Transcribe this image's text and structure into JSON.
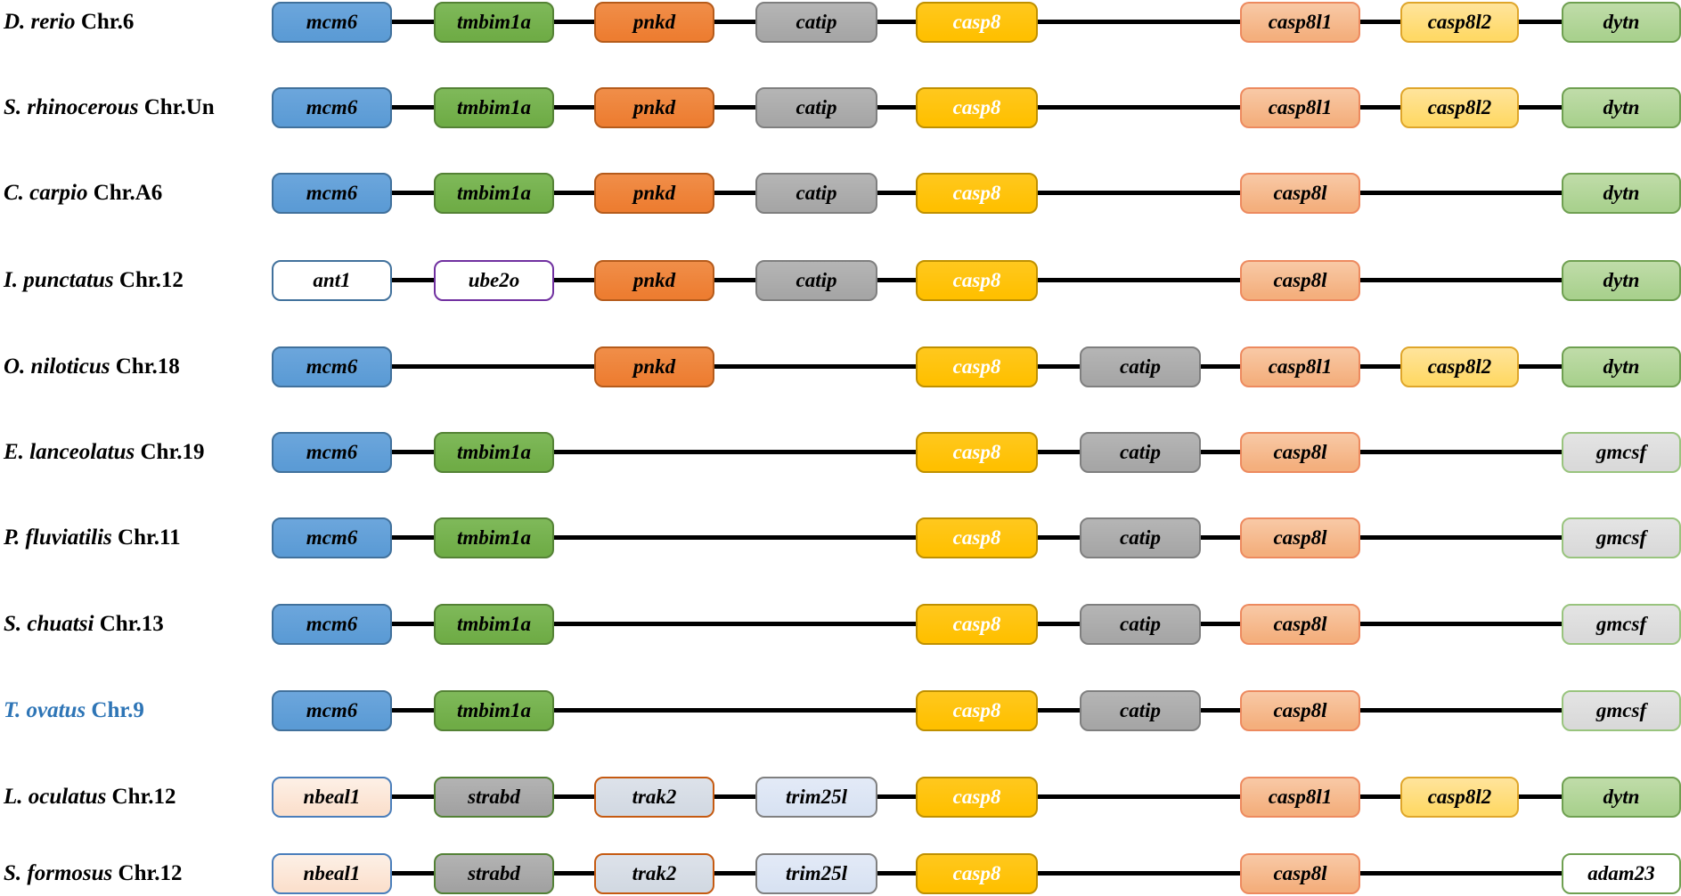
{
  "figure": {
    "type": "gene-synteny-diagram",
    "background": "#FFFFFF",
    "line_color": "#000000",
    "highlight_label_color": "#2E75B6"
  },
  "gene_styles": {
    "mcm6": {
      "fill_top": "#6CA6DC",
      "fill_bottom": "#5B9BD5",
      "border": "#41719C",
      "text": "#000000"
    },
    "tmbim1a": {
      "fill_top": "#7FB95A",
      "fill_bottom": "#6FAC46",
      "border": "#548235",
      "text": "#000000"
    },
    "pnkd": {
      "fill_top": "#F08E49",
      "fill_bottom": "#ED7D31",
      "border": "#B55B1B",
      "text": "#000000"
    },
    "catip": {
      "fill_top": "#B5B5B5",
      "fill_bottom": "#A6A6A6",
      "border": "#7F7F7F",
      "text": "#000000"
    },
    "casp8": {
      "fill_top": "#FFC81E",
      "fill_bottom": "#FFC000",
      "border": "#BF9000",
      "text": "#FFFFFF"
    },
    "casp8l1": {
      "fill_top": "#F8C9A6",
      "fill_bottom": "#F4AF7D",
      "border": "#ED8A5F",
      "text": "#000000"
    },
    "casp8l": {
      "fill_top": "#F8C9A6",
      "fill_bottom": "#F4AF7D",
      "border": "#ED8A5F",
      "text": "#000000"
    },
    "casp8l2": {
      "fill_top": "#FFE49C",
      "fill_bottom": "#FFD966",
      "border": "#DFA62B",
      "text": "#000000"
    },
    "dytn": {
      "fill_top": "#C0DCA9",
      "fill_bottom": "#A9D18E",
      "border": "#6FA051",
      "text": "#000000"
    },
    "gmcsf": {
      "fill_top": "#E4E4E4",
      "fill_bottom": "#D9D9D9",
      "border": "#99C47E",
      "text": "#000000"
    },
    "ant1": {
      "fill_top": "#FFFFFF",
      "fill_bottom": "#FFFFFF",
      "border": "#41719C",
      "text": "#000000"
    },
    "ube2o": {
      "fill_top": "#FFFFFF",
      "fill_bottom": "#FFFFFF",
      "border": "#7030A0",
      "text": "#000000"
    },
    "nbeal1": {
      "fill_top": "#FDF0E6",
      "fill_bottom": "#FBE0CD",
      "border": "#4A7EBB",
      "text": "#000000"
    },
    "strabd": {
      "fill_top": "#B3B3B3",
      "fill_bottom": "#A2A2A2",
      "border": "#538135",
      "text": "#000000"
    },
    "trak2": {
      "fill_top": "#DDE2EA",
      "fill_bottom": "#D2D9E2",
      "border": "#C55A11",
      "text": "#000000"
    },
    "trim25l": {
      "fill_top": "#E3EAF7",
      "fill_bottom": "#D8E2F2",
      "border": "#808080",
      "text": "#000000"
    },
    "adam23": {
      "fill_top": "#FFFFFF",
      "fill_bottom": "#FFFFFF",
      "border": "#6FA051",
      "text": "#000000"
    }
  },
  "rows": [
    {
      "species": "D. rerio",
      "chromosome": "Chr.6",
      "label_color": "#000000",
      "genes": [
        {
          "name": "mcm6",
          "col": 1
        },
        {
          "name": "tmbim1a",
          "col": 2
        },
        {
          "name": "pnkd",
          "col": 3
        },
        {
          "name": "catip",
          "col": 4
        },
        {
          "name": "casp8",
          "col": 5
        },
        {
          "name": "casp8l1",
          "col": 7
        },
        {
          "name": "casp8l2",
          "col": 8
        },
        {
          "name": "dytn",
          "col": 9
        }
      ]
    },
    {
      "species": "S. rhinocerous",
      "chromosome": "Chr.Un",
      "label_color": "#000000",
      "genes": [
        {
          "name": "mcm6",
          "col": 1
        },
        {
          "name": "tmbim1a",
          "col": 2
        },
        {
          "name": "pnkd",
          "col": 3
        },
        {
          "name": "catip",
          "col": 4
        },
        {
          "name": "casp8",
          "col": 5
        },
        {
          "name": "casp8l1",
          "col": 7
        },
        {
          "name": "casp8l2",
          "col": 8
        },
        {
          "name": "dytn",
          "col": 9
        }
      ]
    },
    {
      "species": "C. carpio",
      "chromosome": "Chr.A6",
      "label_color": "#000000",
      "genes": [
        {
          "name": "mcm6",
          "col": 1
        },
        {
          "name": "tmbim1a",
          "col": 2
        },
        {
          "name": "pnkd",
          "col": 3
        },
        {
          "name": "catip",
          "col": 4
        },
        {
          "name": "casp8",
          "col": 5
        },
        {
          "name": "casp8l",
          "col": 7
        },
        {
          "name": "dytn",
          "col": 9
        }
      ]
    },
    {
      "species": "I. punctatus",
      "chromosome": "Chr.12",
      "label_color": "#000000",
      "genes": [
        {
          "name": "ant1",
          "col": 1
        },
        {
          "name": "ube2o",
          "col": 2
        },
        {
          "name": "pnkd",
          "col": 3
        },
        {
          "name": "catip",
          "col": 4
        },
        {
          "name": "casp8",
          "col": 5
        },
        {
          "name": "casp8l",
          "col": 7
        },
        {
          "name": "dytn",
          "col": 9
        }
      ]
    },
    {
      "species": "O. niloticus",
      "chromosome": "Chr.18",
      "label_color": "#000000",
      "genes": [
        {
          "name": "mcm6",
          "col": 1
        },
        {
          "name": "pnkd",
          "col": 3
        },
        {
          "name": "casp8",
          "col": 5
        },
        {
          "name": "catip",
          "col": 6
        },
        {
          "name": "casp8l1",
          "col": 7
        },
        {
          "name": "casp8l2",
          "col": 8
        },
        {
          "name": "dytn",
          "col": 9
        }
      ]
    },
    {
      "species": "E. lanceolatus",
      "chromosome": "Chr.19",
      "label_color": "#000000",
      "genes": [
        {
          "name": "mcm6",
          "col": 1
        },
        {
          "name": "tmbim1a",
          "col": 2
        },
        {
          "name": "casp8",
          "col": 5
        },
        {
          "name": "catip",
          "col": 6
        },
        {
          "name": "casp8l",
          "col": 7
        },
        {
          "name": "gmcsf",
          "col": 9
        }
      ]
    },
    {
      "species": "P. fluviatilis",
      "chromosome": "Chr.11",
      "label_color": "#000000",
      "genes": [
        {
          "name": "mcm6",
          "col": 1
        },
        {
          "name": "tmbim1a",
          "col": 2
        },
        {
          "name": "casp8",
          "col": 5
        },
        {
          "name": "catip",
          "col": 6
        },
        {
          "name": "casp8l",
          "col": 7
        },
        {
          "name": "gmcsf",
          "col": 9
        }
      ]
    },
    {
      "species": "S. chuatsi",
      "chromosome": "Chr.13",
      "label_color": "#000000",
      "genes": [
        {
          "name": "mcm6",
          "col": 1
        },
        {
          "name": "tmbim1a",
          "col": 2
        },
        {
          "name": "casp8",
          "col": 5
        },
        {
          "name": "catip",
          "col": 6
        },
        {
          "name": "casp8l",
          "col": 7
        },
        {
          "name": "gmcsf",
          "col": 9
        }
      ]
    },
    {
      "species": "T. ovatus",
      "chromosome": "Chr.9",
      "label_color": "#2E75B6",
      "genes": [
        {
          "name": "mcm6",
          "col": 1
        },
        {
          "name": "tmbim1a",
          "col": 2
        },
        {
          "name": "casp8",
          "col": 5
        },
        {
          "name": "catip",
          "col": 6
        },
        {
          "name": "casp8l",
          "col": 7
        },
        {
          "name": "gmcsf",
          "col": 9
        }
      ]
    },
    {
      "species": "L. oculatus",
      "chromosome": "Chr.12",
      "label_color": "#000000",
      "genes": [
        {
          "name": "nbeal1",
          "col": 1
        },
        {
          "name": "strabd",
          "col": 2
        },
        {
          "name": "trak2",
          "col": 3
        },
        {
          "name": "trim25l",
          "col": 4
        },
        {
          "name": "casp8",
          "col": 5
        },
        {
          "name": "casp8l1",
          "col": 7
        },
        {
          "name": "casp8l2",
          "col": 8
        },
        {
          "name": "dytn",
          "col": 9
        }
      ]
    },
    {
      "species": "S. formosus",
      "chromosome": "Chr.12",
      "label_color": "#000000",
      "genes": [
        {
          "name": "nbeal1",
          "col": 1
        },
        {
          "name": "strabd",
          "col": 2
        },
        {
          "name": "trak2",
          "col": 3
        },
        {
          "name": "trim25l",
          "col": 4
        },
        {
          "name": "casp8",
          "col": 5
        },
        {
          "name": "casp8l",
          "col": 7
        },
        {
          "name": "adam23",
          "col": 9
        }
      ]
    }
  ]
}
